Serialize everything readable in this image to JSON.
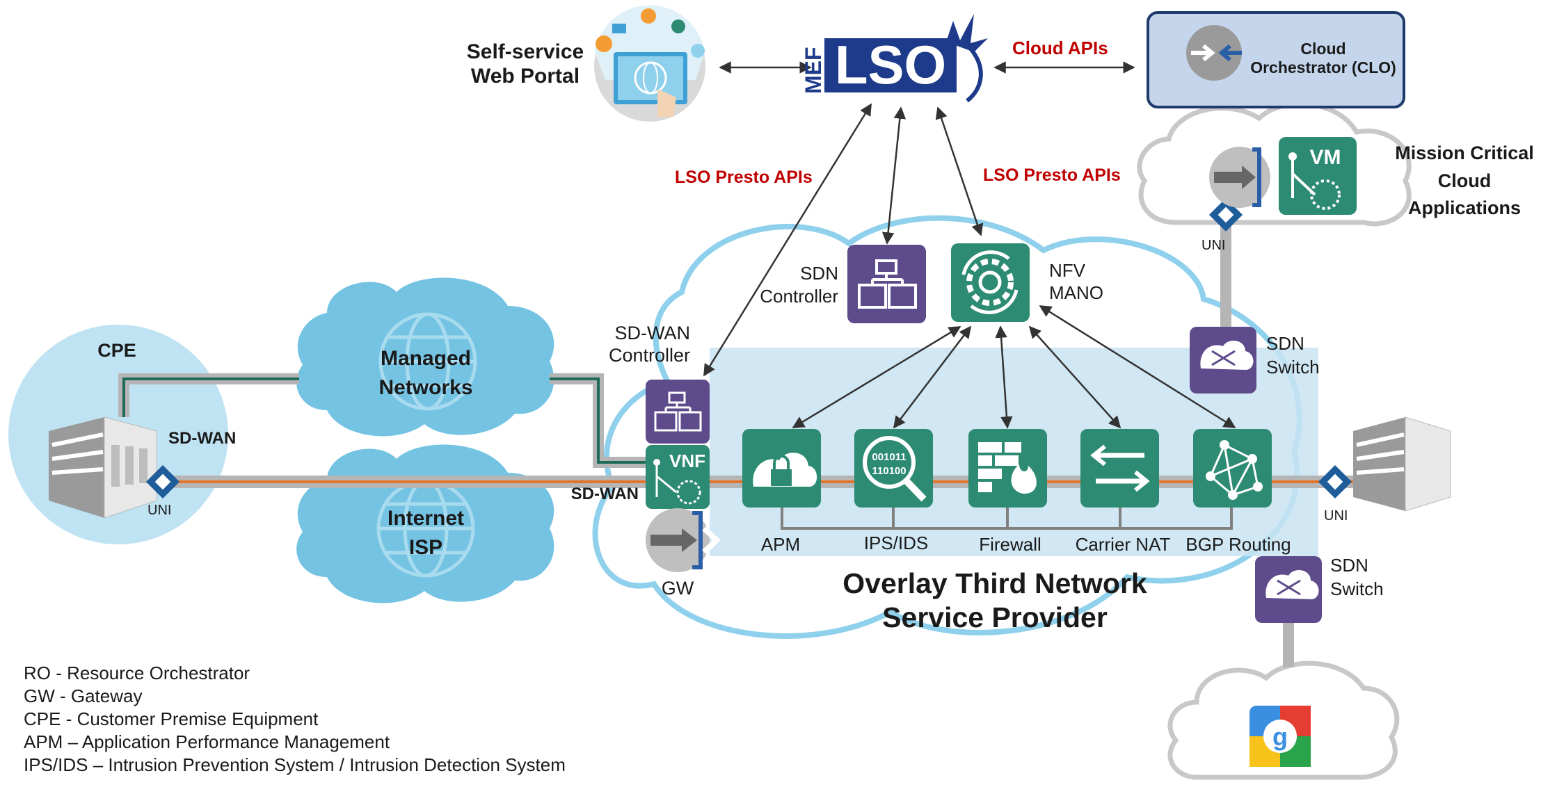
{
  "top": {
    "portal_line1": "Self-service",
    "portal_line2": "Web Portal",
    "lso_brand": "LSO",
    "mef_brand": "MEF",
    "cloud_apis": "Cloud  APIs",
    "clo_line1": "Cloud",
    "clo_line2": "Orchestrator (CLO)",
    "presto_left": "LSO Presto APIs",
    "presto_right": "LSO Presto APIs"
  },
  "mission": {
    "line1": "Mission Critical",
    "line2": "Cloud",
    "line3": "Applications",
    "vm": "VM"
  },
  "labels": {
    "sdn_controller_1": "SDN",
    "sdn_controller_2": "Controller",
    "nfv_1": "NFV",
    "nfv_2": "MANO",
    "sdwan_ctrl_1": "SD-WAN",
    "sdwan_ctrl_2": "Controller",
    "sdn_switch_1": "SDN",
    "sdn_switch_2": "Switch",
    "sdn_switch_b1": "SDN",
    "sdn_switch_b2": "Switch",
    "uni_top": "UNI",
    "uni_left": "UNI",
    "uni_right": "UNI",
    "vnf": "VNF",
    "gw": "GW",
    "sdwan_left": "SD-WAN",
    "sdwan_mid": "SD-WAN",
    "cpe": "CPE",
    "ids_bits_1": "001011",
    "ids_bits_2": "110100"
  },
  "clouds": {
    "managed_1": "Managed",
    "managed_2": "Networks",
    "internet_1": "Internet",
    "internet_2": "ISP"
  },
  "functions": [
    "APM",
    "IPS/IDS",
    "Firewall",
    "Carrier NAT",
    "BGP Routing"
  ],
  "overlay": {
    "line1": "Overlay Third Network",
    "line2": "Service Provider"
  },
  "legend": [
    "RO - Resource Orchestrator",
    "GW - Gateway",
    "CPE -  Customer Premise Equipment",
    "APM – Application Performance Management",
    "IPS/IDS – Intrusion Prevention System / Intrusion Detection System"
  ],
  "colors": {
    "teal": "#2e8b73",
    "purple": "#5e4b8b",
    "cloud_blue": "#74c3e3",
    "red_api": "#c00000",
    "orange_link": "#e2752a",
    "clo_fill": "#c5d6ec"
  }
}
